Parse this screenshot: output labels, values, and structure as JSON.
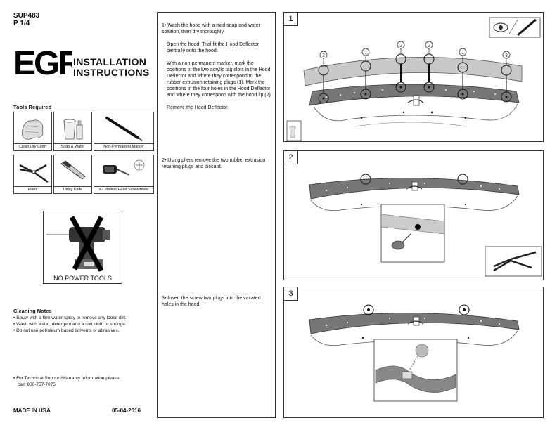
{
  "header": {
    "code": "SUP483",
    "page": "P 1/4",
    "brand": "EGR",
    "title_line1": "INSTALLATION",
    "title_line2": "INSTRUCTIONS"
  },
  "tools": {
    "title": "Tools Required",
    "items": [
      {
        "label": "Clean Dry Cloth",
        "icon": "cloth-icon"
      },
      {
        "label": "Soap & Water",
        "icon": "soap-water-icon"
      },
      {
        "label": "Non-Permanent Marker",
        "icon": "marker-icon"
      },
      {
        "label": "Pliers",
        "icon": "pliers-icon"
      },
      {
        "label": "Utility Knife",
        "icon": "utility-knife-icon"
      },
      {
        "label": "#2 Phillips Head Screwdriver",
        "icon": "screwdriver-icon"
      }
    ]
  },
  "no_power_tools": {
    "label": "NO POWER TOOLS"
  },
  "cleaning": {
    "title": "Cleaning Notes",
    "notes": [
      "• Spray with a firm water spray to remove any loose dirt.",
      "• Wash with water, detergent and a soft cloth or sponge.",
      "• Do not use petroleum based solvents or abrasives."
    ]
  },
  "support": {
    "line1": "• For Technical Support/Warranty Information please",
    "line2": "call: 800-757-7075"
  },
  "footer": {
    "made": "MADE IN USA",
    "date": "05-04-2016"
  },
  "steps": [
    {
      "paragraphs": [
        "1• Wash the hood with a mild soap and water solution, then dry thoroughly.",
        "Open the hood. Trial fit the Hood Deflector centrally onto the hood.",
        "With a non-permanent marker, mark the positions of the two acrylic tag slots in the Hood Deflector and where they correspond to the rubber extrusion retaining plugs (1). Mark the positions of the four holes in the Hood Deflector and where they correspond with the hood lip (2).",
        "Remove the Hood Deflector."
      ]
    },
    {
      "paragraphs": [
        "2• Using pliers remove the two rubber extrusion retaining plugs and discard."
      ]
    },
    {
      "paragraphs": [
        "3• Insert the screw two plugs into the vacated holes in the hood."
      ]
    }
  ],
  "panels": [
    {
      "number": "1",
      "callouts": [
        "2",
        "1",
        "2",
        "2",
        "1",
        "2"
      ]
    },
    {
      "number": "2"
    },
    {
      "number": "3"
    }
  ]
}
